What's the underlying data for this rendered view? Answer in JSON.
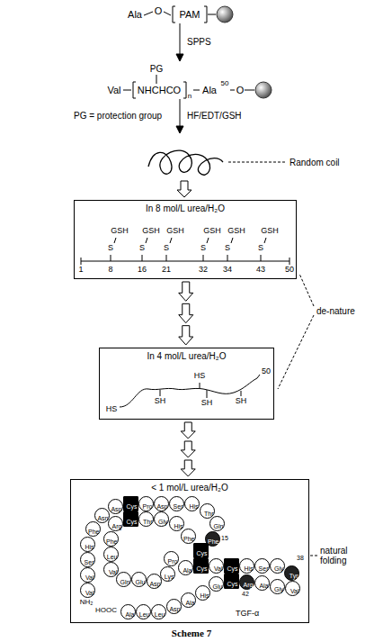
{
  "diagram": {
    "caption": "Scheme 7",
    "nodes": [
      {
        "text": [
          "In 8 mol/L urea/H₂O"
        ]
      },
      {
        "text": [
          "In 4 mol/L urea/H₂O"
        ]
      },
      {
        "text": [
          "< 1 mol/L urea/H₂O",
          "TGF-α"
        ]
      },
      {
        "text": [
          "Val"
        ],
        "in": 2
      },
      {
        "text": [
          "Val"
        ],
        "in": 2
      },
      {
        "text": [
          "Ser"
        ],
        "in": 2
      },
      {
        "text": [
          "His"
        ],
        "in": 2
      },
      {
        "text": [
          "Phe"
        ],
        "in": 2
      },
      {
        "text": [
          "Asn"
        ],
        "in": 2
      },
      {
        "text": [
          "Asp"
        ],
        "in": 2
      },
      {
        "text": [
          "Cys"
        ],
        "in": 2
      },
      {
        "text": [
          "Pro"
        ],
        "in": 2
      },
      {
        "text": [
          "Asp"
        ],
        "in": 2
      },
      {
        "text": [
          "Ser"
        ],
        "in": 2
      },
      {
        "text": [
          "His"
        ],
        "in": 2
      },
      {
        "text": [
          "Thr"
        ],
        "in": 2
      },
      {
        "text": [
          "Gln"
        ],
        "in": 2
      },
      {
        "text": [
          "Phe"
        ],
        "in": 2
      },
      {
        "text": [
          "Cys"
        ],
        "in": 2
      },
      {
        "text": [
          "Phe"
        ],
        "in": 2
      },
      {
        "text": [
          "His"
        ],
        "in": 2
      },
      {
        "text": [
          "Gly"
        ],
        "in": 2
      },
      {
        "text": [
          "Thr"
        ],
        "in": 2
      },
      {
        "text": [
          "Cys"
        ],
        "in": 2
      },
      {
        "text": [
          "Arg"
        ],
        "in": 2
      },
      {
        "text": [
          "Phe"
        ],
        "in": 2
      },
      {
        "text": [
          "Leu"
        ],
        "in": 2
      },
      {
        "text": [
          "Val"
        ],
        "in": 2
      },
      {
        "text": [
          "Gln"
        ],
        "in": 2
      },
      {
        "text": [
          "Glu"
        ],
        "in": 2
      },
      {
        "text": [
          "Asp"
        ],
        "in": 2
      },
      {
        "text": [
          "Lys"
        ],
        "in": 2
      },
      {
        "text": [
          "Pro"
        ],
        "in": 2
      },
      {
        "text": [
          "Ala"
        ],
        "in": 2
      },
      {
        "text": [
          "Cys"
        ],
        "in": 2
      },
      {
        "text": [
          "Val"
        ],
        "in": 2
      },
      {
        "text": [
          "Cys"
        ],
        "in": 2
      },
      {
        "text": [
          "His"
        ],
        "in": 2
      },
      {
        "text": [
          "Ser"
        ],
        "in": 2
      },
      {
        "text": [
          "Gly"
        ],
        "in": 2
      },
      {
        "text": [
          "Tyr"
        ],
        "in": 2
      },
      {
        "text": [
          "Val"
        ],
        "in": 2
      },
      {
        "text": [
          "Gly"
        ],
        "in": 2
      },
      {
        "text": [
          "Ala"
        ],
        "in": 2
      },
      {
        "text": [
          "Arg"
        ],
        "in": 2
      },
      {
        "text": [
          "Cys"
        ],
        "in": 2
      },
      {
        "text": [
          "Glu"
        ],
        "in": 2
      },
      {
        "text": [
          "His"
        ],
        "in": 2
      },
      {
        "text": [
          "Ala"
        ],
        "in": 2
      },
      {
        "text": [
          "Asp"
        ],
        "in": 2
      },
      {
        "text": [
          "Leu"
        ],
        "in": 2
      },
      {
        "text": [
          "Leu"
        ],
        "in": 2
      },
      {
        "text": [
          "Ala"
        ],
        "in": 2
      }
    ],
    "edges": [
      {
        "from": 0,
        "to": 1,
        "arrow": "to"
      },
      {
        "from": 1,
        "to": 2,
        "arrow": "to"
      }
    ],
    "labels": [
      "Ala",
      "O",
      "PAM",
      "SPPS",
      "PG",
      "Val",
      "NHCHCO",
      "n",
      "Ala",
      "50",
      "O",
      "PG = protection group",
      "HF/EDT/GSH",
      "Random coil",
      "S",
      "GSH",
      "S",
      "GSH",
      "S",
      "GSH",
      "S",
      "GSH",
      "S",
      "GSH",
      "S",
      "GSH",
      "1",
      "8",
      "16",
      "21",
      "32",
      "34",
      "43",
      "50",
      "HS",
      "SH",
      "HS",
      "SH",
      "SH",
      "50",
      "de-nature",
      "NH₂",
      "HOOC",
      "15",
      "38",
      "42",
      "natural folding"
    ]
  }
}
